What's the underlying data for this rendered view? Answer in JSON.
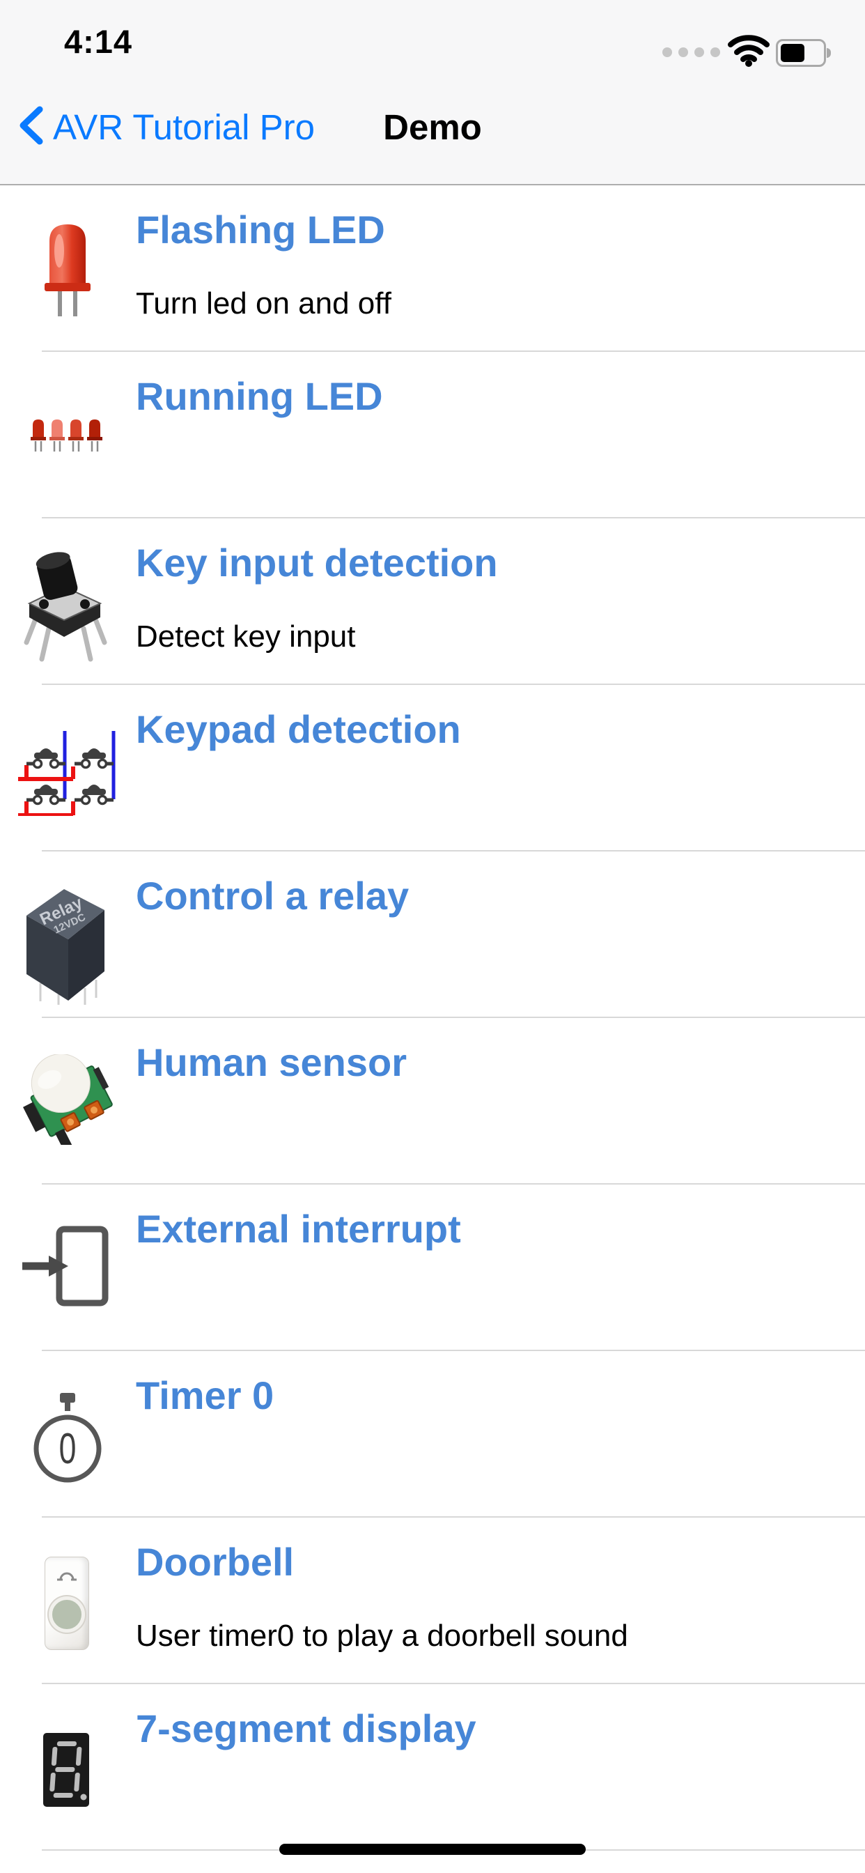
{
  "status_bar": {
    "time": "4:14",
    "icons": [
      "cellular-signal-dots-icon",
      "wifi-icon",
      "battery-icon"
    ],
    "battery_level_fraction": 0.55
  },
  "nav_bar": {
    "back_label": "AVR Tutorial Pro",
    "title": "Demo"
  },
  "colors": {
    "nav_accent_blue": "#0a7aff",
    "item_title_blue": "#4686d7",
    "chrome_background": "#f7f7f8",
    "row_divider": "#d8d8d8",
    "nav_divider": "#aeaeae",
    "subtitle_text": "#000000"
  },
  "list": {
    "items": [
      {
        "title": "Flashing LED",
        "subtitle": "Turn led on and off",
        "icon": "red-led-icon"
      },
      {
        "title": "Running LED",
        "subtitle": "",
        "icon": "led-row-icon"
      },
      {
        "title": "Key input detection",
        "subtitle": "Detect key input",
        "icon": "push-button-icon"
      },
      {
        "title": "Keypad detection",
        "subtitle": "",
        "icon": "keypad-matrix-icon"
      },
      {
        "title": "Control a relay",
        "subtitle": "",
        "icon": "relay-icon",
        "icon_text_1": "Relay",
        "icon_text_2": "12VDC"
      },
      {
        "title": "Human sensor",
        "subtitle": "",
        "icon": "pir-sensor-icon"
      },
      {
        "title": "External interrupt",
        "subtitle": "",
        "icon": "external-interrupt-icon"
      },
      {
        "title": "Timer 0",
        "subtitle": "",
        "icon": "stopwatch-icon",
        "icon_text": "0"
      },
      {
        "title": "Doorbell",
        "subtitle": "User timer0 to play a doorbell sound",
        "icon": "doorbell-icon"
      },
      {
        "title": "7-segment display",
        "subtitle": "",
        "icon": "seven-segment-icon",
        "icon_glyph": "8."
      }
    ]
  }
}
